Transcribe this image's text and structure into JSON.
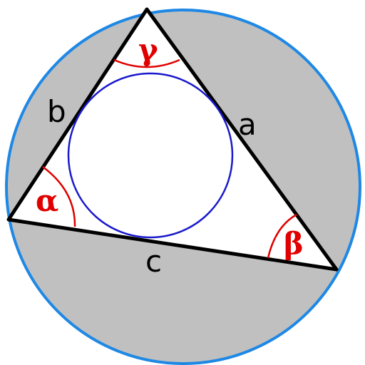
{
  "labels": {
    "side_a": "a",
    "side_b": "b",
    "side_c": "c",
    "angle_alpha": "α",
    "angle_beta": "β",
    "angle_gamma": "γ"
  },
  "colors": {
    "circumcircle_stroke": "#1e88e5",
    "annulus_fill": "#c0c0c0",
    "triangle_fill": "#ffffff",
    "triangle_stroke": "#000000",
    "incircle_stroke": "#1a1acc",
    "angle_arc": "#e00000",
    "side_label": "#000000",
    "angle_label": "#e00000"
  }
}
